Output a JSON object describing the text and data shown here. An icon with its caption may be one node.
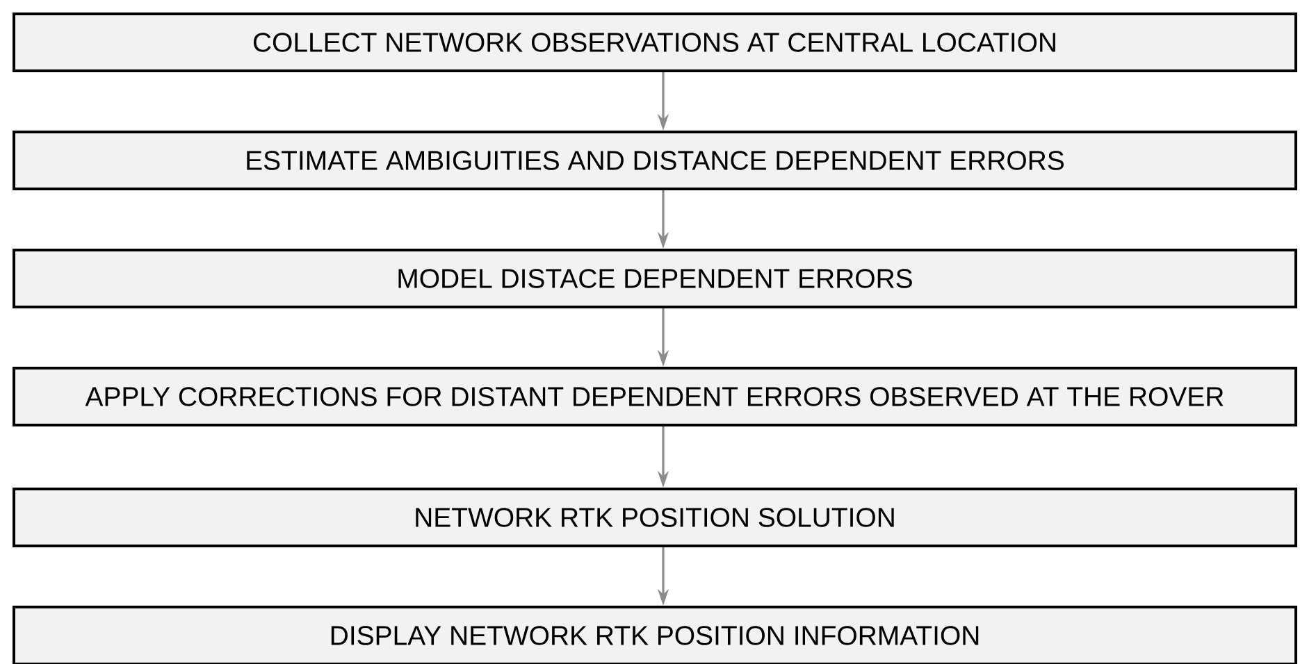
{
  "diagram": {
    "nodes": [
      {
        "text": [
          "COLLECT NETWORK OBSERVATIONS AT CENTRAL LOCATION"
        ]
      },
      {
        "text": [
          "ESTIMATE AMBIGUITIES AND DISTANCE DEPENDENT ERRORS"
        ]
      },
      {
        "text": [
          "MODEL DISTACE DEPENDENT ERRORS"
        ]
      },
      {
        "text": [
          "APPLY CORRECTIONS FOR DISTANT DEPENDENT ERRORS OBSERVED AT THE ROVER"
        ]
      },
      {
        "text": [
          "NETWORK RTK POSITION SOLUTION"
        ]
      },
      {
        "text": [
          "DISPLAY NETWORK RTK POSITION INFORMATION"
        ]
      }
    ],
    "edges": [
      {
        "from": 0,
        "to": 1,
        "arrow": "to"
      },
      {
        "from": 1,
        "to": 2,
        "arrow": "to"
      },
      {
        "from": 2,
        "to": 3,
        "arrow": "to"
      },
      {
        "from": 3,
        "to": 4,
        "arrow": "to"
      },
      {
        "from": 4,
        "to": 5,
        "arrow": "to"
      }
    ]
  }
}
